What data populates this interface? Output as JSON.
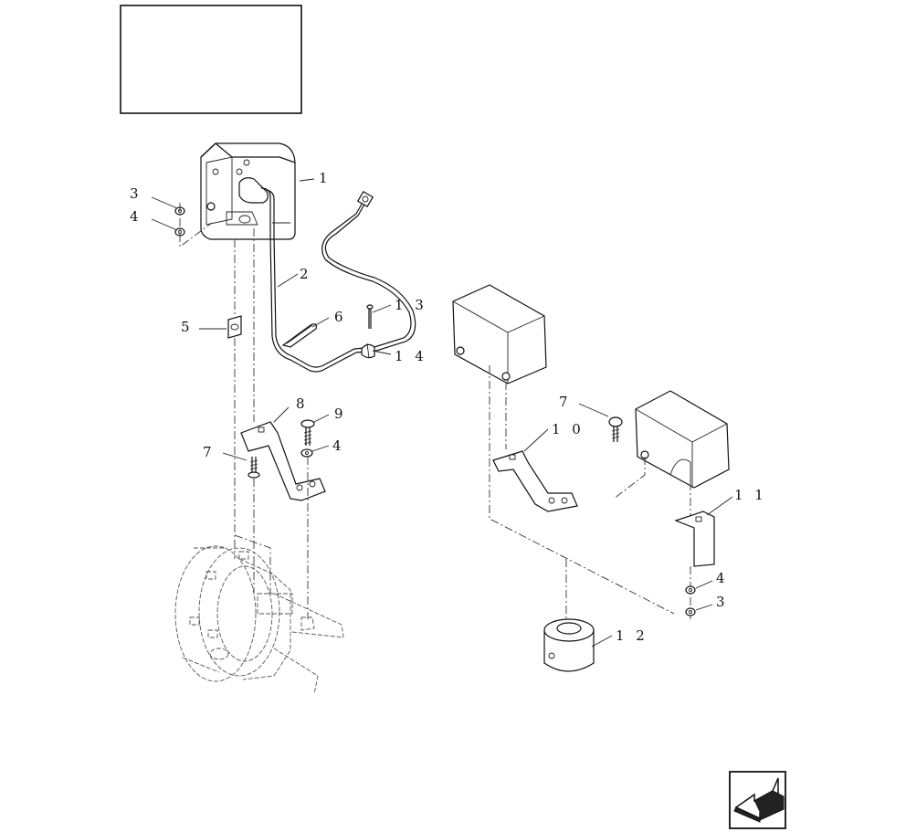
{
  "callouts": [
    {
      "id": "c1",
      "text": "1"
    },
    {
      "id": "c2",
      "text": "2"
    },
    {
      "id": "c3a",
      "text": "3"
    },
    {
      "id": "c4a",
      "text": "4"
    },
    {
      "id": "c5",
      "text": "5"
    },
    {
      "id": "c6",
      "text": "6"
    },
    {
      "id": "c13",
      "text": "1 3"
    },
    {
      "id": "c14",
      "text": "1 4"
    },
    {
      "id": "c8",
      "text": "8"
    },
    {
      "id": "c9",
      "text": "9"
    },
    {
      "id": "c4b",
      "text": "4"
    },
    {
      "id": "c7a",
      "text": "7"
    },
    {
      "id": "c7b",
      "text": "7"
    },
    {
      "id": "c10",
      "text": "1 0"
    },
    {
      "id": "c11",
      "text": "1 1"
    },
    {
      "id": "c4c",
      "text": "4"
    },
    {
      "id": "c3b",
      "text": "3"
    },
    {
      "id": "c12",
      "text": "1 2"
    }
  ],
  "nav_icon": "back-arrow-icon"
}
